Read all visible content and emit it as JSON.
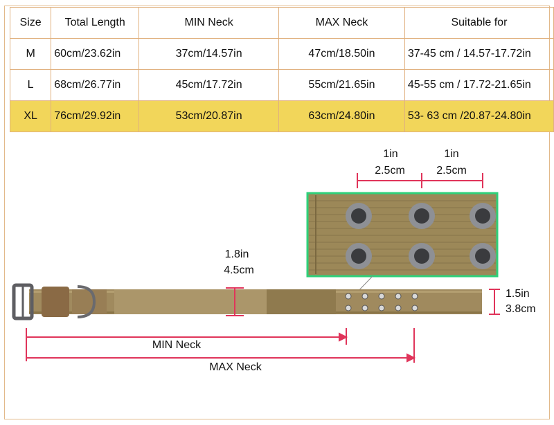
{
  "table": {
    "headers": [
      "Size",
      "Total Length",
      "MIN Neck",
      "MAX Neck",
      "Suitable for"
    ],
    "rows": [
      [
        "M",
        "60cm/23.62in",
        "37cm/14.57in",
        "47cm/18.50in",
        "37-45 cm / 14.57-17.72in"
      ],
      [
        "L",
        "68cm/26.77in",
        "45cm/17.72in",
        "55cm/21.65in",
        "45-55 cm / 17.72-21.65in"
      ],
      [
        "XL",
        "76cm/29.92in",
        "53cm/20.87in",
        "63cm/24.80in",
        "53- 63 cm /20.87-24.80in"
      ]
    ]
  },
  "dimensions": {
    "spacing_left_in": "1in",
    "spacing_left_cm": "2.5cm",
    "spacing_right_in": "1in",
    "spacing_right_cm": "2.5cm",
    "patch_in": "1.8in",
    "patch_cm": "4.5cm",
    "width_in": "1.5in",
    "width_cm": "3.8cm",
    "min_neck": "MIN Neck",
    "max_neck": "MAX Neck"
  },
  "colors": {
    "highlight_row": "#f2d65a",
    "grid_border": "#e0b07e",
    "measure_red": "#e0345a",
    "collar_khaki": "#a08a5e",
    "inset_border": "#2fd07a"
  }
}
